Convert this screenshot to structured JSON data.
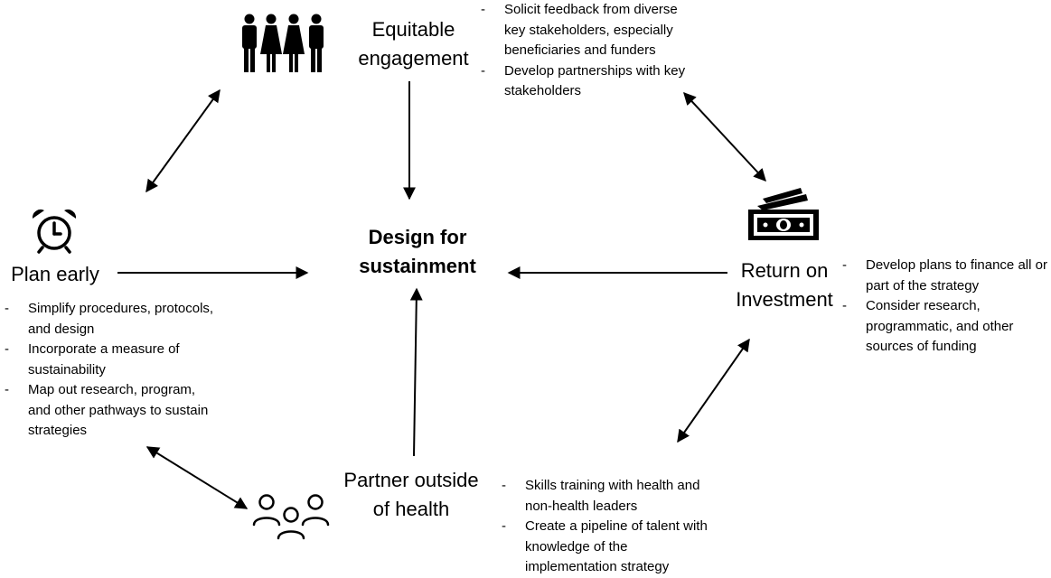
{
  "center": {
    "line1": "Design for",
    "line2": "sustainment"
  },
  "nodes": {
    "engagement": {
      "line1": "Equitable",
      "line2": "engagement",
      "icon": "people-group-icon",
      "bullets": [
        "Solicit feedback from diverse key stakeholders, especially beneficiaries and funders",
        "Develop partnerships with key stakeholders"
      ]
    },
    "plan": {
      "line1": "Plan early",
      "icon": "alarm-clock-icon",
      "bullets": [
        "Simplify procedures, protocols, and design",
        "Incorporate a measure of sustainability",
        "Map out research, program, and other pathways to sustain strategies"
      ]
    },
    "roi": {
      "line1": "Return on",
      "line2": "Investment",
      "icon": "money-bills-icon",
      "bullets": [
        "Develop plans to finance all or part of the strategy",
        "Consider research, programmatic, and other sources of funding"
      ]
    },
    "partner": {
      "line1": "Partner outside",
      "line2": "of health",
      "icon": "team-icon",
      "bullets": [
        "Skills training with health and non-health leaders",
        "Create a pipeline of talent with knowledge of the implementation strategy"
      ]
    }
  },
  "colors": {
    "ink": "#000000",
    "background": "#ffffff"
  }
}
